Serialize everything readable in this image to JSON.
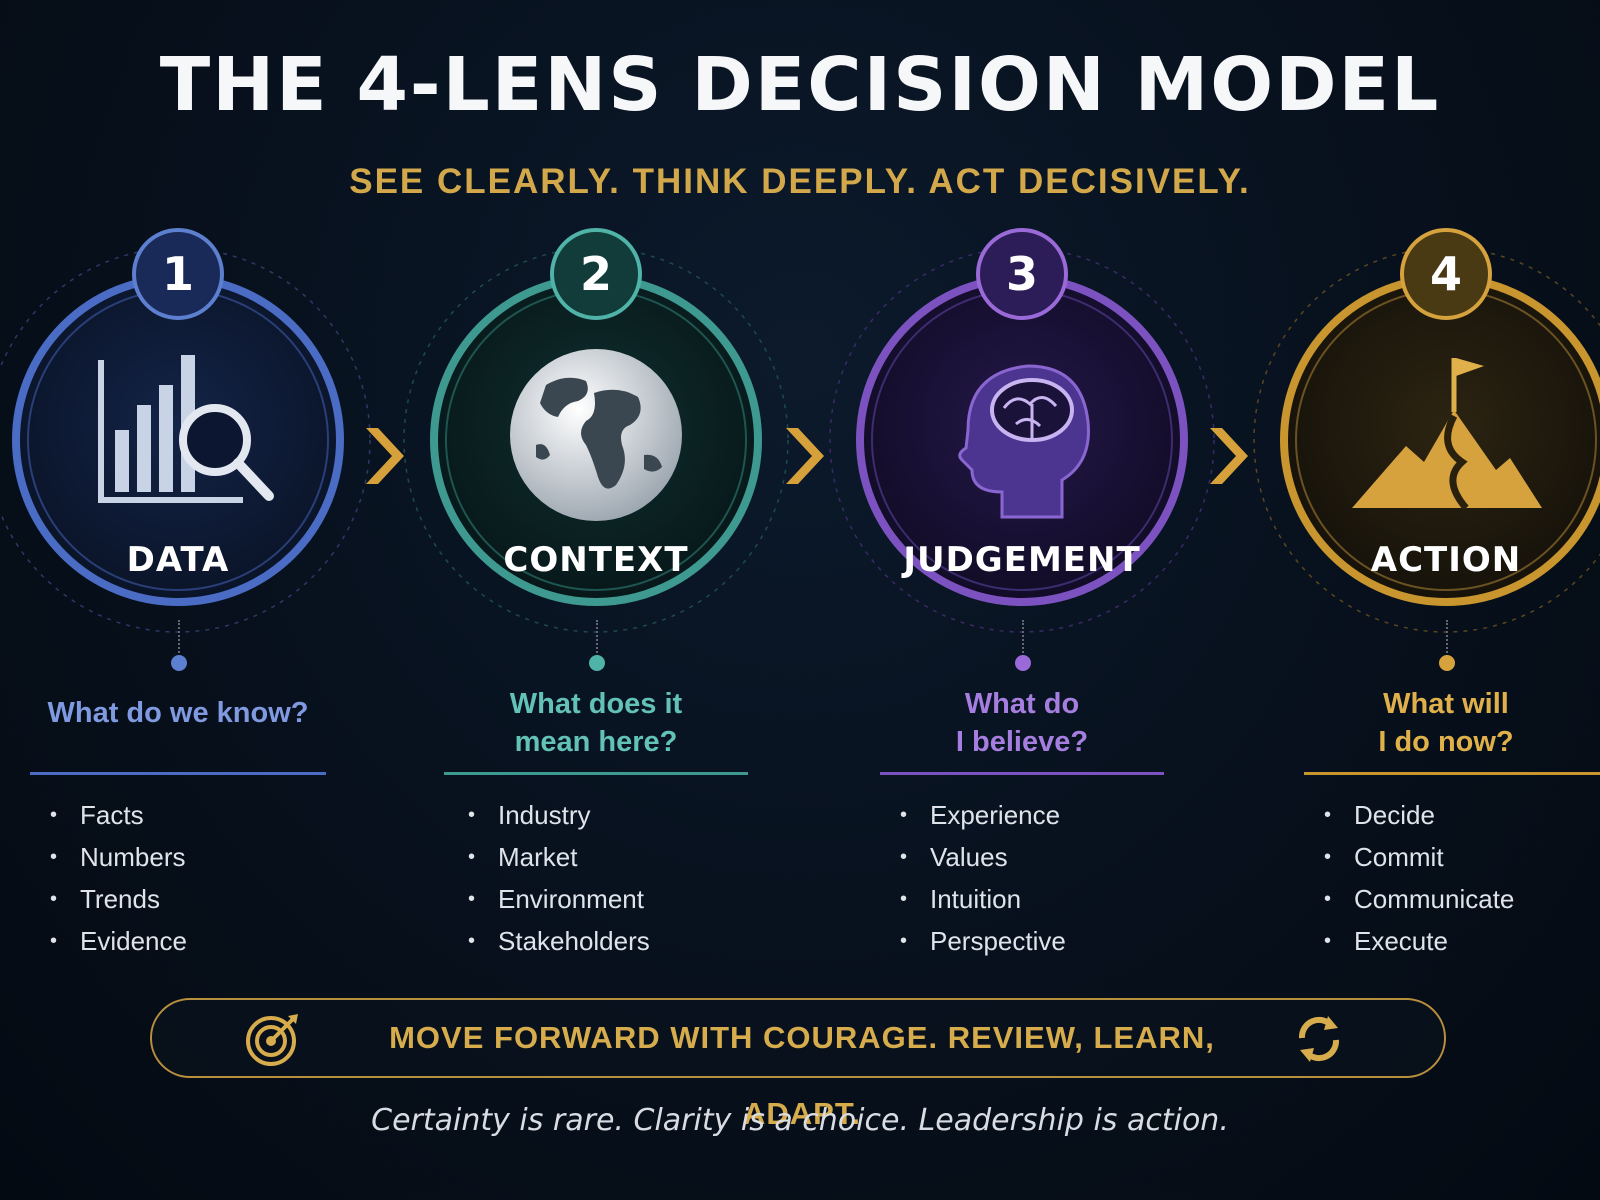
{
  "title": "THE 4-LENS DECISION MODEL",
  "subtitle": "SEE CLEARLY. THINK DEEPLY. ACT DECISIVELY.",
  "lenses": [
    {
      "number": "1",
      "name": "DATA",
      "icon": "bar-chart-magnifier-icon",
      "color": "#5d7fd0",
      "question_lines": [
        "What do we know?"
      ],
      "bullets": [
        "Facts",
        "Numbers",
        "Trends",
        "Evidence"
      ]
    },
    {
      "number": "2",
      "name": "CONTEXT",
      "icon": "globe-icon",
      "color": "#4fb3a8",
      "question_lines": [
        "What does it",
        "mean here?"
      ],
      "bullets": [
        "Industry",
        "Market",
        "Environment",
        "Stakeholders"
      ]
    },
    {
      "number": "3",
      "name": "JUDGEMENT",
      "icon": "head-brain-icon",
      "color": "#9a6ad8",
      "question_lines": [
        "What do",
        "I believe?"
      ],
      "bullets": [
        "Experience",
        "Values",
        "Intuition",
        "Perspective"
      ]
    },
    {
      "number": "4",
      "name": "ACTION",
      "icon": "mountain-flag-icon",
      "color": "#d5a23e",
      "question_lines": [
        "What will",
        "I do now?"
      ],
      "bullets": [
        "Decide",
        "Commit",
        "Communicate",
        "Execute"
      ]
    }
  ],
  "banner": {
    "text": "MOVE FORWARD WITH COURAGE. REVIEW, LEARN, ADAPT.",
    "left_icon": "target-icon",
    "right_icon": "refresh-icon"
  },
  "tagline": "Certainty is rare. Clarity is a choice. Leadership is action.",
  "colors": {
    "accent_gold": "#d2a84a",
    "background": "#07101c"
  }
}
